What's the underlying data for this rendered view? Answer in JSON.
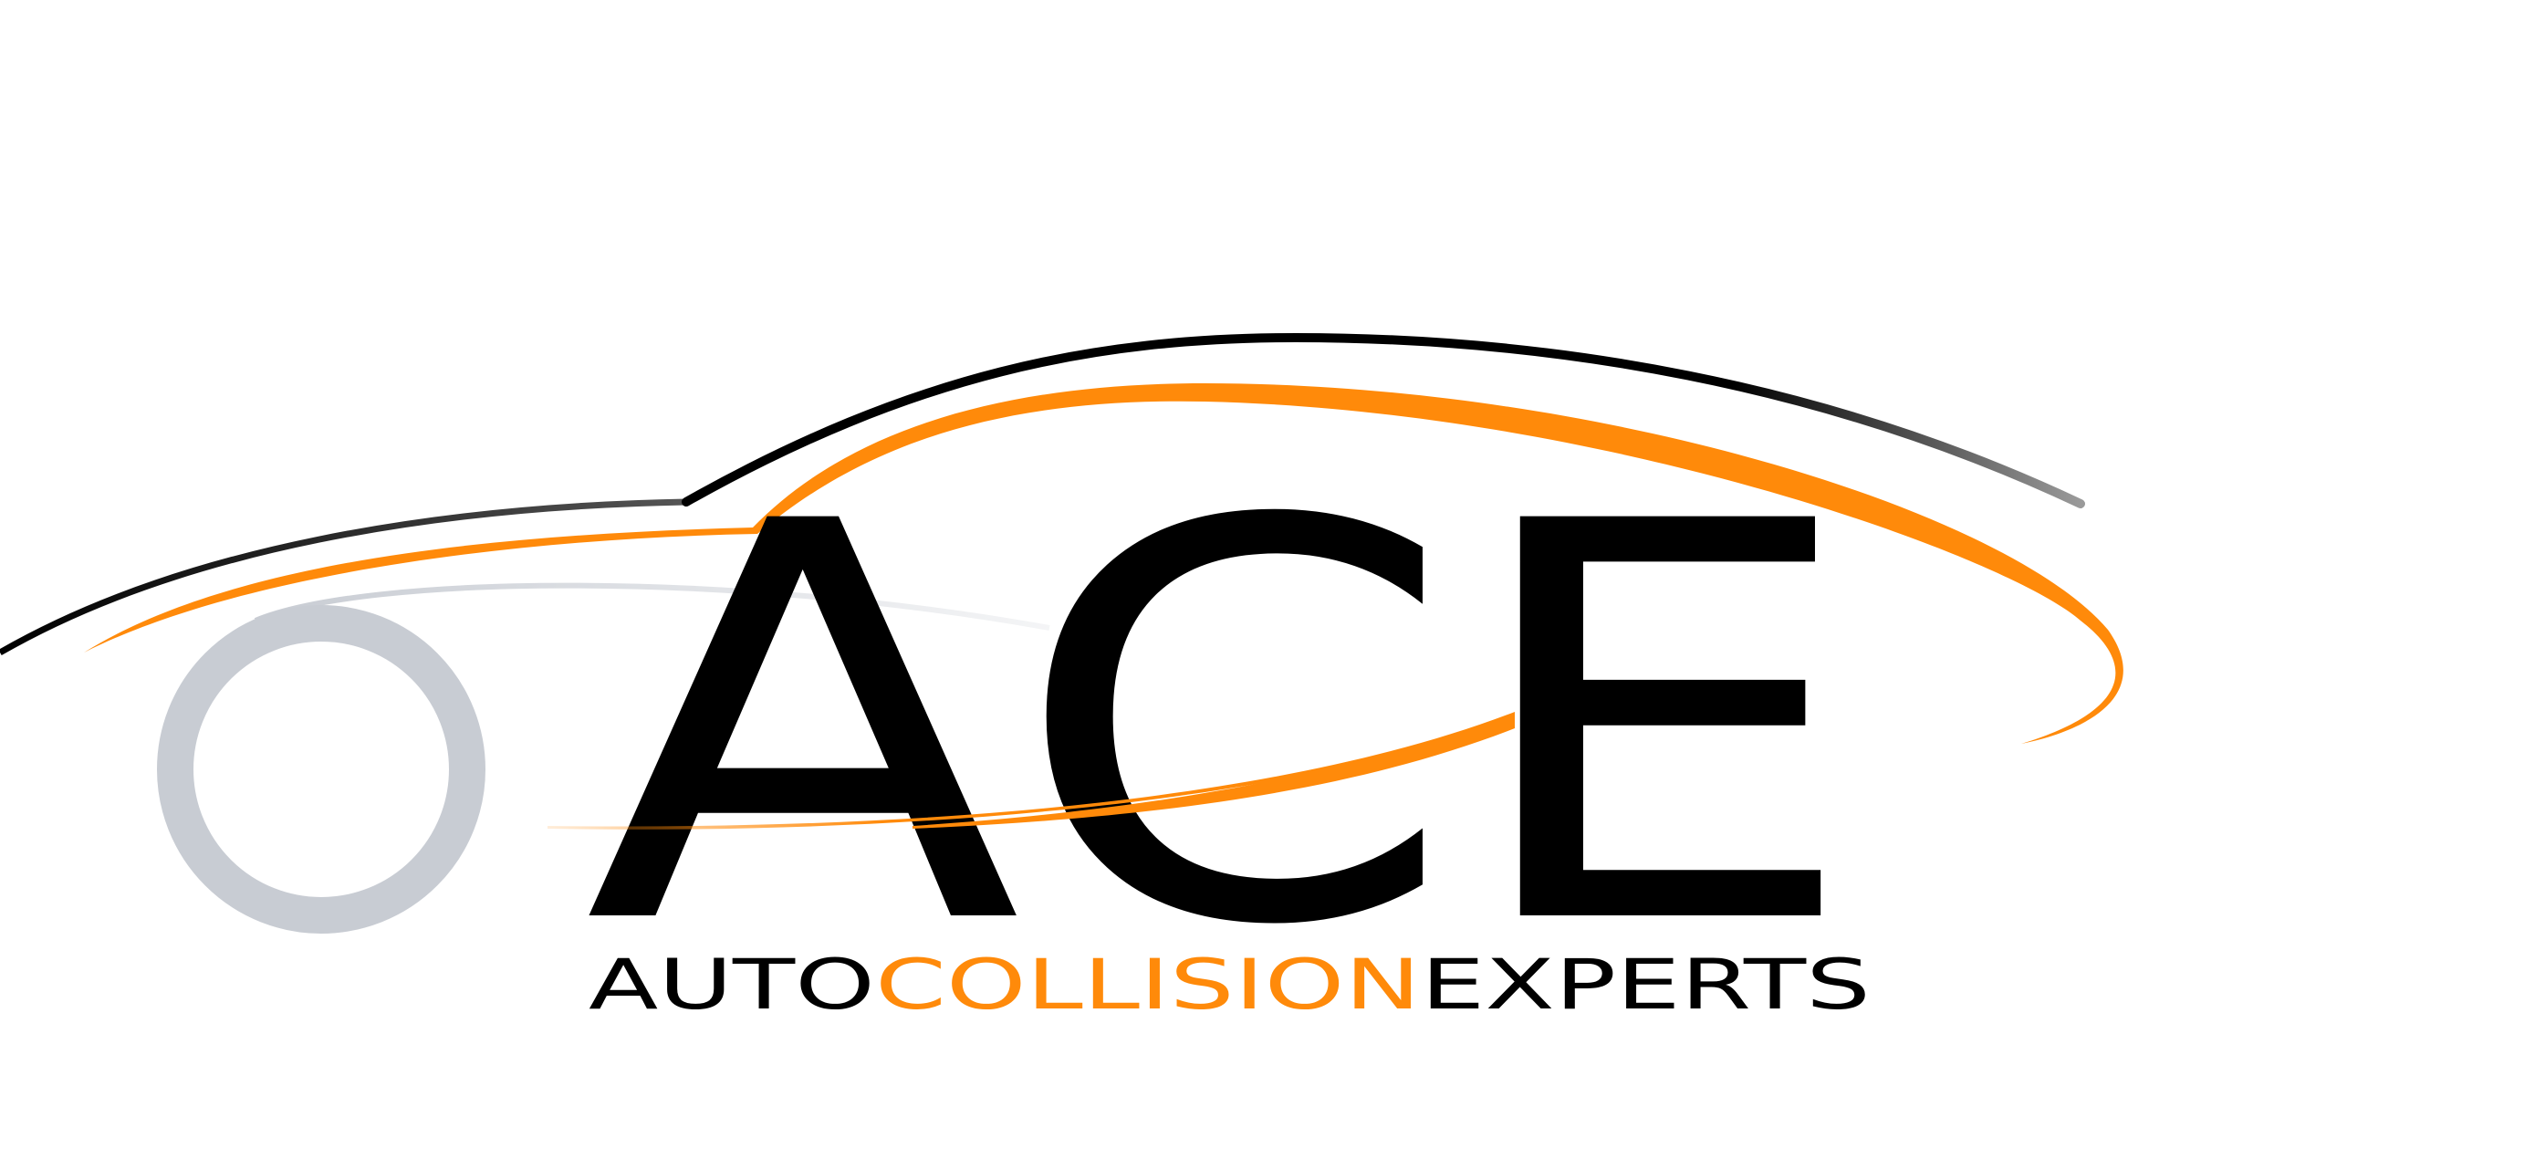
{
  "logo": {
    "monogram": "ACE",
    "tagline": {
      "word_1": "AUTO",
      "word_2": "COLLISION",
      "word_3": "EXPERTS"
    }
  },
  "colors": {
    "primary": "#000000",
    "accent": "#ff8a0a",
    "wheel": "#c8ccd3",
    "background": "#ffffff"
  }
}
